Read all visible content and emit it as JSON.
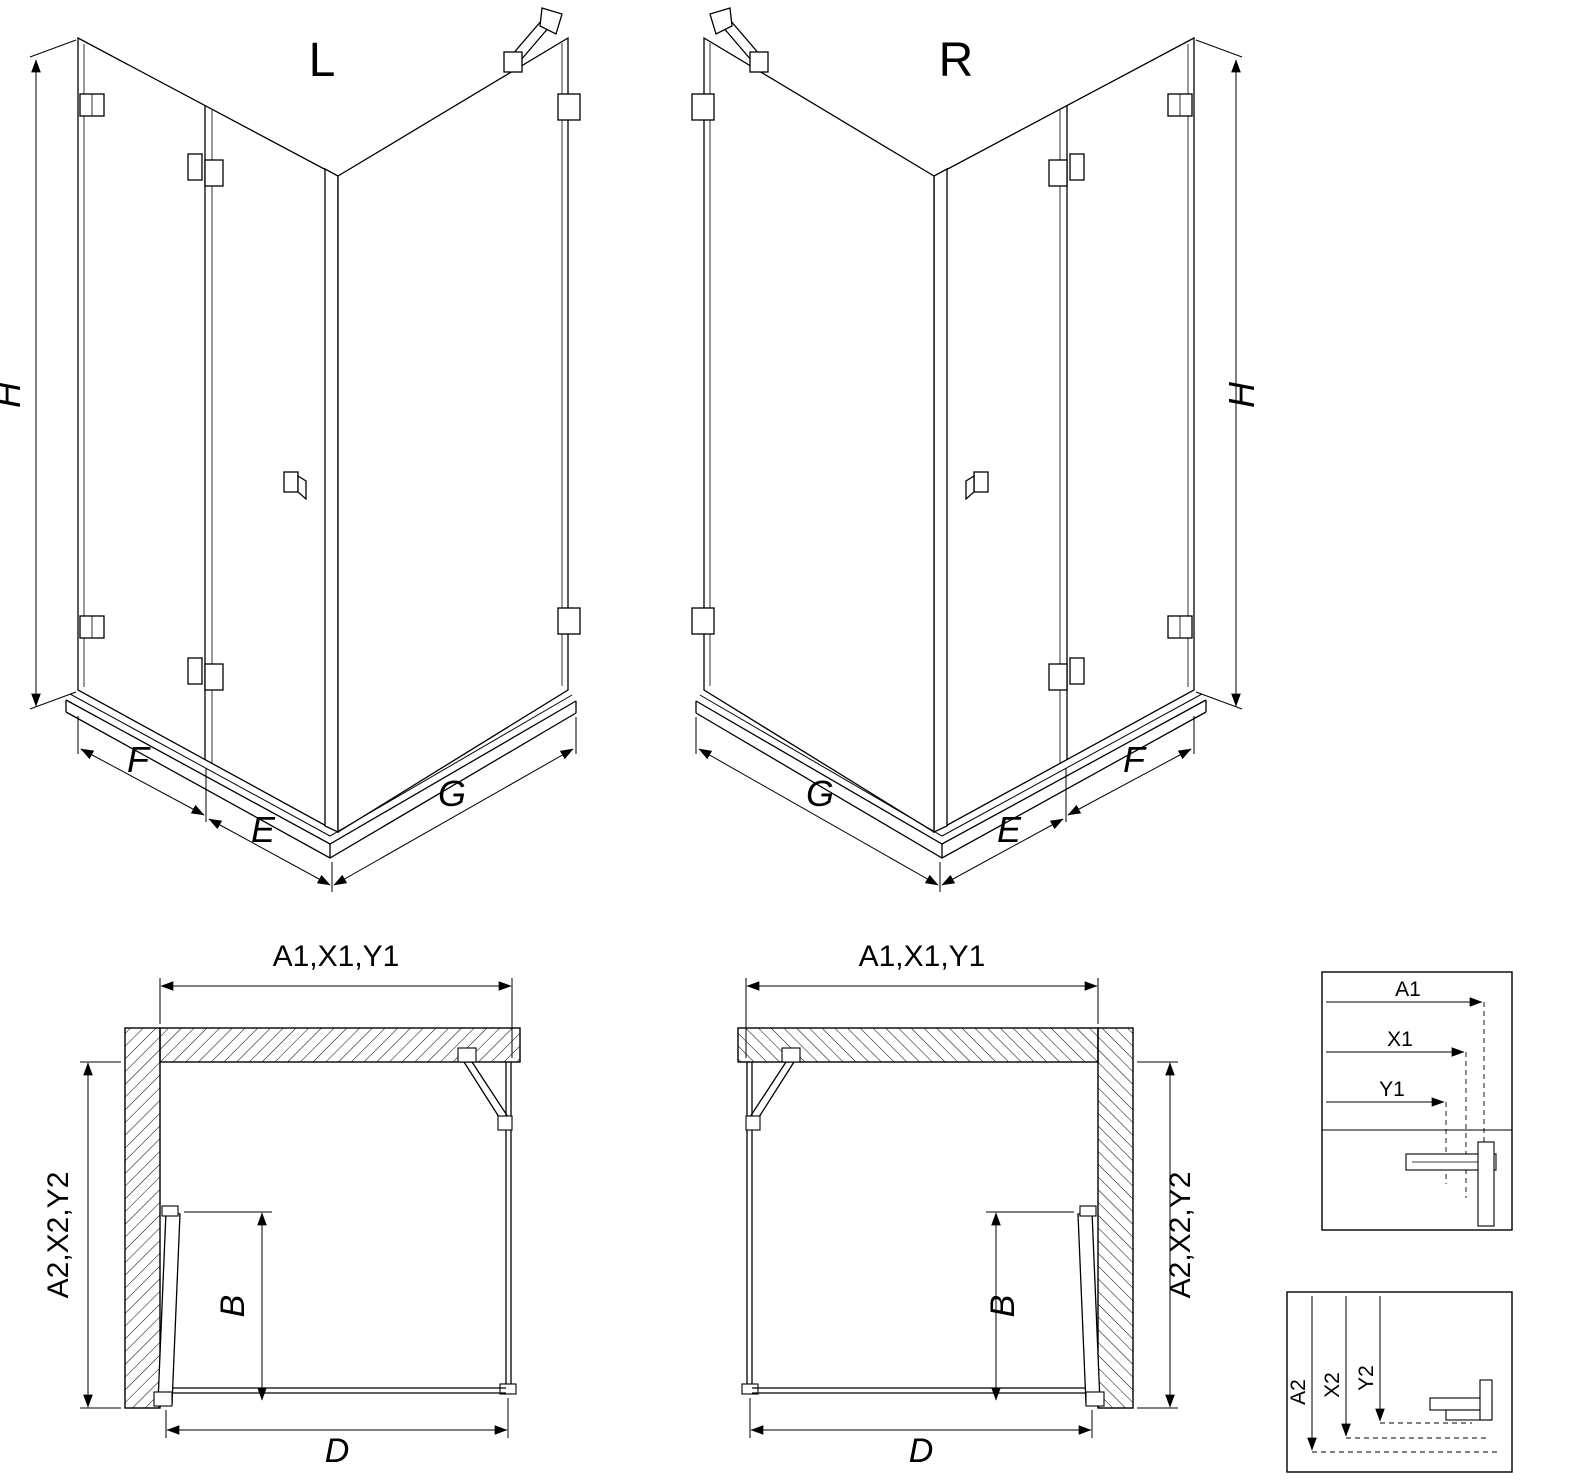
{
  "drawing": {
    "type": "shower-enclosure-technical-drawing",
    "colors": {
      "line": "#000000",
      "background": "#ffffff"
    }
  },
  "perspective_left": {
    "variant": "L",
    "dim_height": "H",
    "dim_bottom_left": "F",
    "dim_bottom_middle": "E",
    "dim_bottom_right": "G"
  },
  "perspective_right": {
    "variant": "R",
    "dim_height": "H",
    "dim_bottom_left": "G",
    "dim_bottom_middle": "E",
    "dim_bottom_right": "F"
  },
  "plan_left": {
    "dim_top": "A1,X1,Y1",
    "dim_side": "A2,X2,Y2",
    "dim_door": "B",
    "dim_opening": "D"
  },
  "plan_right": {
    "dim_top": "A1,X1,Y1",
    "dim_side": "A2,X2,Y2",
    "dim_door": "B",
    "dim_opening": "D"
  },
  "detail_horizontal": {
    "labels": [
      "A1",
      "X1",
      "Y1"
    ]
  },
  "detail_vertical": {
    "labels": [
      "A2",
      "X2",
      "Y2"
    ]
  }
}
